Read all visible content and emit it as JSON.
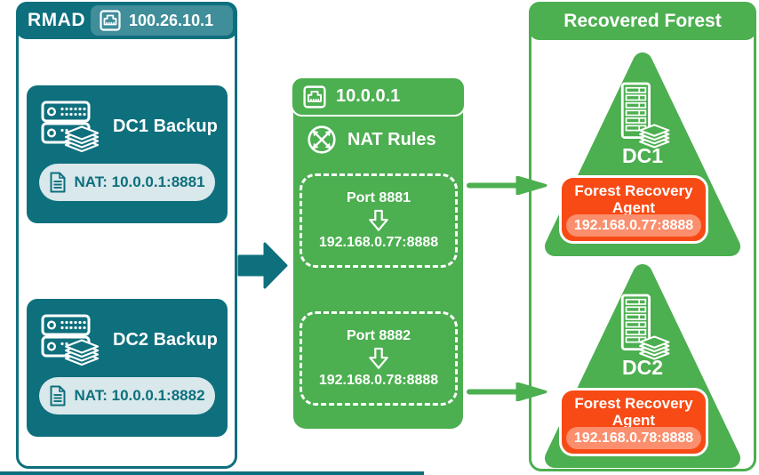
{
  "colors": {
    "teal": "#0E6F7D",
    "teal_badge": "#3F8E9A",
    "light_pill": "#D8E8EB",
    "green": "#4CAF50",
    "orange": "#F84A15",
    "orange_pill": "#FB8E6C"
  },
  "icons": {
    "ethernet_port": "ethernet-port-icon",
    "backup_server": "backup-server-icon",
    "document": "document-icon",
    "nat_router": "nat-router-icon",
    "down_arrow": "down-arrow-icon",
    "server_tower": "server-tower-icon",
    "flow_arrow": "flow-arrow-icon"
  },
  "rmad": {
    "title": "RMAD",
    "ip": "100.26.10.1",
    "servers": [
      {
        "label": "DC1 Backup",
        "nat": "NAT: 10.0.0.1:8881"
      },
      {
        "label": "DC2 Backup",
        "nat": "NAT: 10.0.0.1:8882"
      }
    ]
  },
  "nat_router": {
    "ip": "10.0.0.1",
    "title": "NAT Rules",
    "rules": [
      {
        "port": "Port 8881",
        "target": "192.168.0.77:8888"
      },
      {
        "port": "Port 8882",
        "target": "192.168.0.78:8888"
      }
    ]
  },
  "recovered_forest": {
    "title": "Recovered Forest",
    "domain_controllers": [
      {
        "label": "DC1",
        "agent": "Forest Recovery Agent",
        "ip": "192.168.0.77:8888"
      },
      {
        "label": "DC2",
        "agent": "Forest Recovery Agent",
        "ip": "192.168.0.78:8888"
      }
    ]
  }
}
